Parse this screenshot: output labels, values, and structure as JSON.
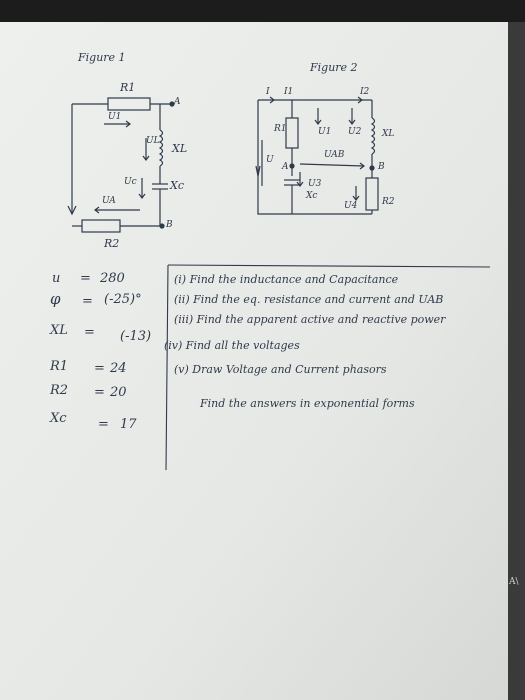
{
  "figure1": {
    "title": "Figure 1",
    "labels": {
      "r1": "R1",
      "a": "A",
      "u1": "U1",
      "uL": "UL",
      "xL": "XL",
      "uc": "Uc",
      "xc": "Xc",
      "u": "UA",
      "b": "B",
      "r2": "R2"
    }
  },
  "figure2": {
    "title": "Figure 2",
    "labels": {
      "i": "I",
      "i1": "I1",
      "i2": "I2",
      "r1": "R1",
      "u1": "U1",
      "u2": "U2",
      "xL": "XL",
      "u": "U",
      "uab": "UAB",
      "a": "A",
      "b": "B",
      "u3": "U3",
      "xc": "Xc",
      "u4": "U4",
      "r2": "R2"
    }
  },
  "given": [
    {
      "name": "u",
      "eq": "=",
      "value": "280"
    },
    {
      "name": "φ",
      "eq": "=",
      "value": "(-25)°"
    },
    {
      "name": "XL",
      "eq": "=",
      "value": "(-13)"
    },
    {
      "name": "R1",
      "eq": "=",
      "value": "24"
    },
    {
      "name": "R2",
      "eq": "=",
      "value": "20"
    },
    {
      "name": "Xc",
      "eq": "=",
      "value": "17"
    }
  ],
  "tasks": [
    "(i) Find the inductance and Capacitance",
    "(ii) Find the eq. resistance and current and UAB",
    "(iii) Find the apparent active and reactive power",
    "(iv) Find all the voltages",
    "(v) Draw Voltage and Current phasors"
  ],
  "note": "Find the answers in exponential forms",
  "edge_mark": "A\\"
}
